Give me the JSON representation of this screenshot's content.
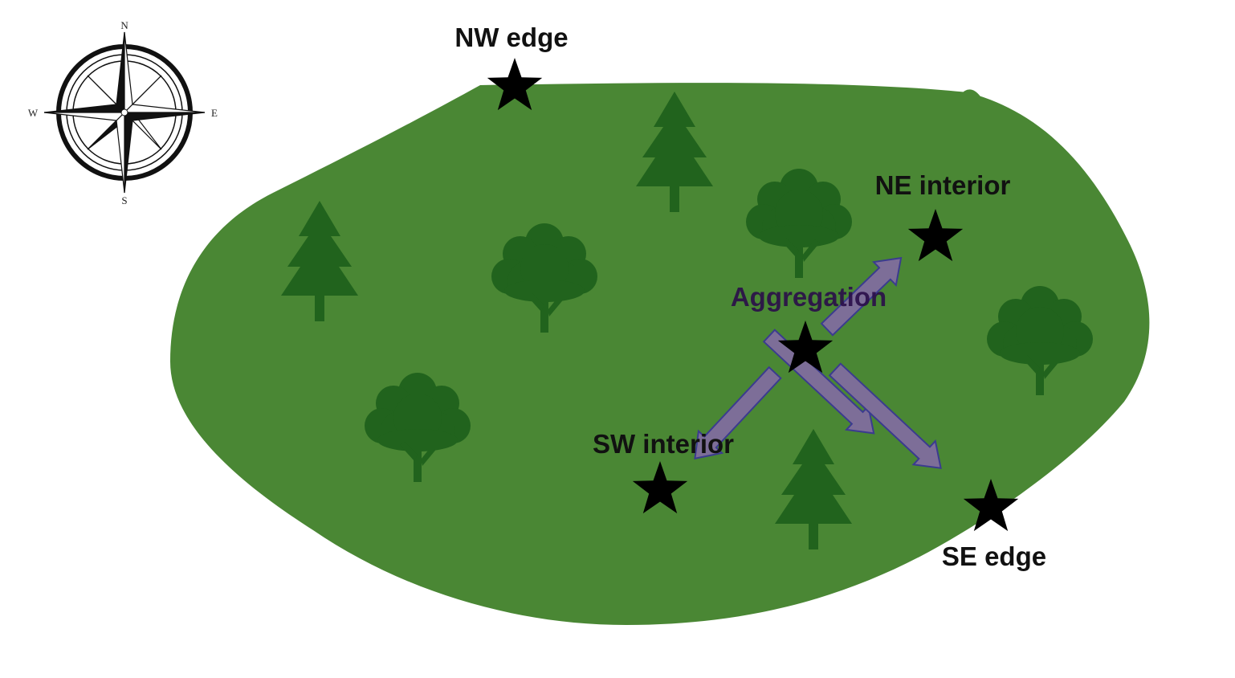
{
  "compass": {
    "north": "N",
    "south": "S",
    "east": "E",
    "west": "W"
  },
  "sites": {
    "nw_edge": "NW edge",
    "ne_interior": "NE interior",
    "aggregation": "Aggregation",
    "sw_interior": "SW interior",
    "se_edge": "SE edge"
  },
  "colors": {
    "forest": "#4a8734",
    "tree": "#21631d",
    "arrow_fill": "#7d6e98",
    "arrow_stroke": "#3b3b8f",
    "star": "#000000",
    "aggregation_text": "#2a0e4a"
  },
  "icons": {
    "marker": "star-icon",
    "conifer": "pine-tree-icon",
    "deciduous": "deciduous-tree-icon",
    "compass": "compass-rose-icon"
  }
}
